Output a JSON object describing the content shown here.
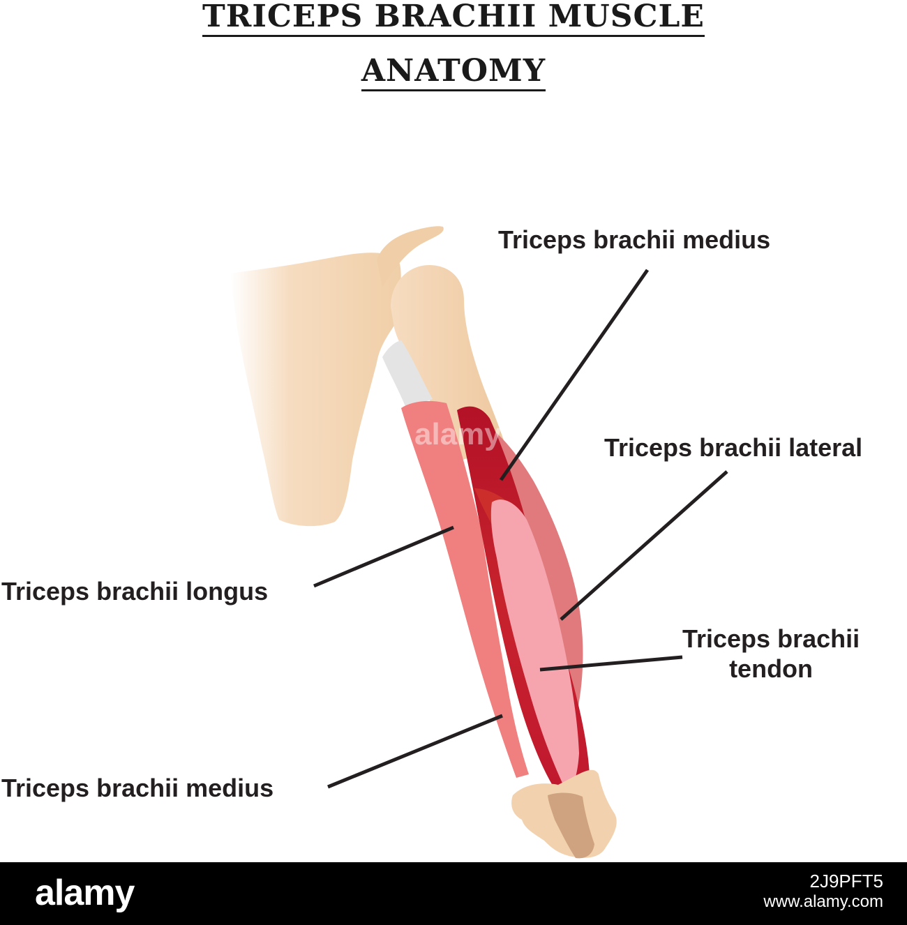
{
  "title": {
    "line1": "Triceps brachii muscle",
    "line2": "anatomy"
  },
  "labels": {
    "medius_top": "Triceps brachii medius",
    "lateral": "Triceps brachii lateral",
    "longus": "Triceps brachii longus",
    "tendon_line1": "Triceps brachii",
    "tendon_line2": "tendon",
    "medius_bottom": "Triceps brachii medius"
  },
  "watermark": "alamy",
  "footer": {
    "logo": "alamy",
    "image_id": "2J9PFT5",
    "url": "www.alamy.com"
  },
  "colors": {
    "bone": "#f2d2ae",
    "bone_shadow": "#e8c39b",
    "longus_muscle": "#f07f7f",
    "medius_muscle": "#c0182e",
    "lateral_muscle": "#e07a7c",
    "tendon": "#f6a5ae",
    "leader_line": "#231f20"
  }
}
